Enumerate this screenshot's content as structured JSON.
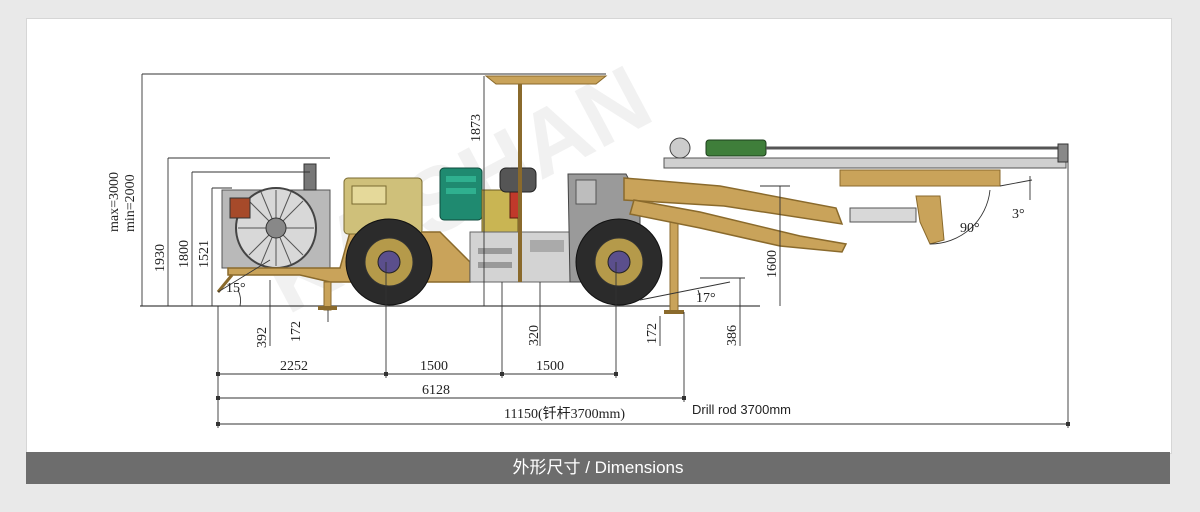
{
  "footer": {
    "caption": "外形尺寸 / Dimensions"
  },
  "watermark": {
    "text": "KAISHAN"
  },
  "colors": {
    "frame": "#c9a35a",
    "frame_dark": "#8a6a2c",
    "engine_green": "#1f8a70",
    "wheel": "#2b2b2b",
    "hub": "#5b4f8c",
    "tank": "#cfc07a",
    "bar": "#6d6d6d"
  },
  "dimensions": {
    "height_max": "max=3000",
    "height_min": "min=2000",
    "h1930": "1930",
    "h1800": "1800",
    "h1521": "1521",
    "canopy": "1873",
    "boom_height": "1600",
    "angle_rear": "15°",
    "angle_front": "17°",
    "angle_90": "90°",
    "angle_3": "3°",
    "clearance_rear": "392",
    "rear_stab": "172",
    "ground_clear": "320",
    "front_stab": "172",
    "front_clear": "386",
    "rear_overhang": "2252",
    "wheelbase_a": "1500",
    "wheelbase_b": "1500",
    "machine_length": "6128",
    "total_length": "11150(钎杆3700mm)",
    "drill_rod_note": "Drill rod 3700mm"
  }
}
